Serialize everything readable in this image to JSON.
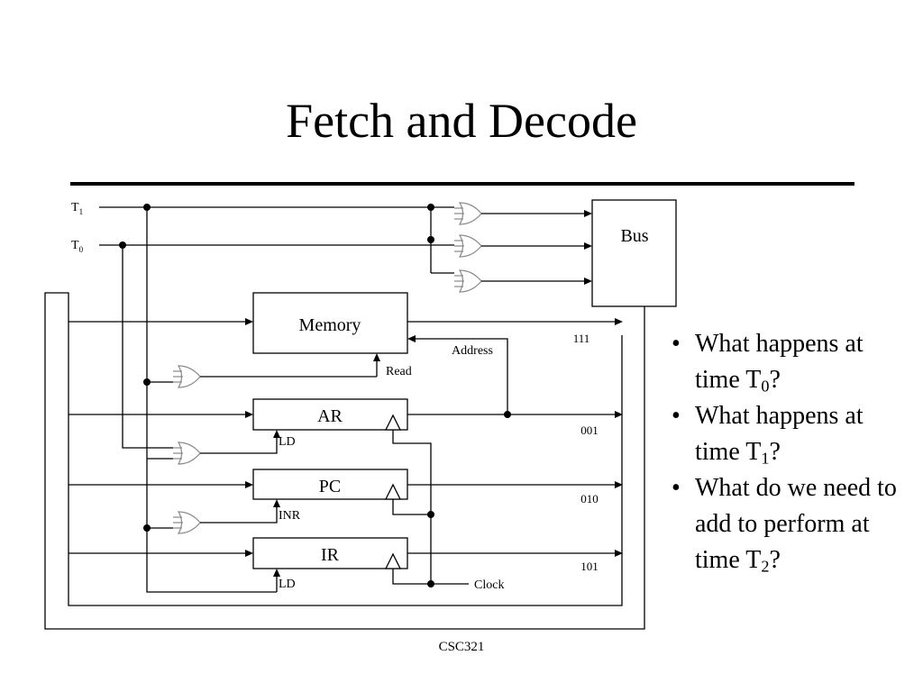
{
  "title": "Fetch and Decode",
  "footer": "CSC321",
  "diagram": {
    "signals": {
      "t1": {
        "base": "T",
        "sub": "1"
      },
      "t0": {
        "base": "T",
        "sub": "0"
      }
    },
    "bus_label": "Bus",
    "memory_label": "Memory",
    "address_label": "Address",
    "read_label": "Read",
    "registers": [
      {
        "name": "AR",
        "control": "LD",
        "code": "001"
      },
      {
        "name": "PC",
        "control": "INR",
        "code": "010"
      },
      {
        "name": "IR",
        "control": "LD",
        "code": "101"
      }
    ],
    "memory_code": "111",
    "clock_label": "Clock"
  },
  "bullets": [
    {
      "text": "What happens at time T",
      "sub": "0",
      "suffix": "?"
    },
    {
      "text": "What happens at time T",
      "sub": "1",
      "suffix": "?"
    },
    {
      "text": "What do we need to add to perform at time T",
      "sub": "2",
      "suffix": "?"
    }
  ],
  "bullet_symbol": "•"
}
